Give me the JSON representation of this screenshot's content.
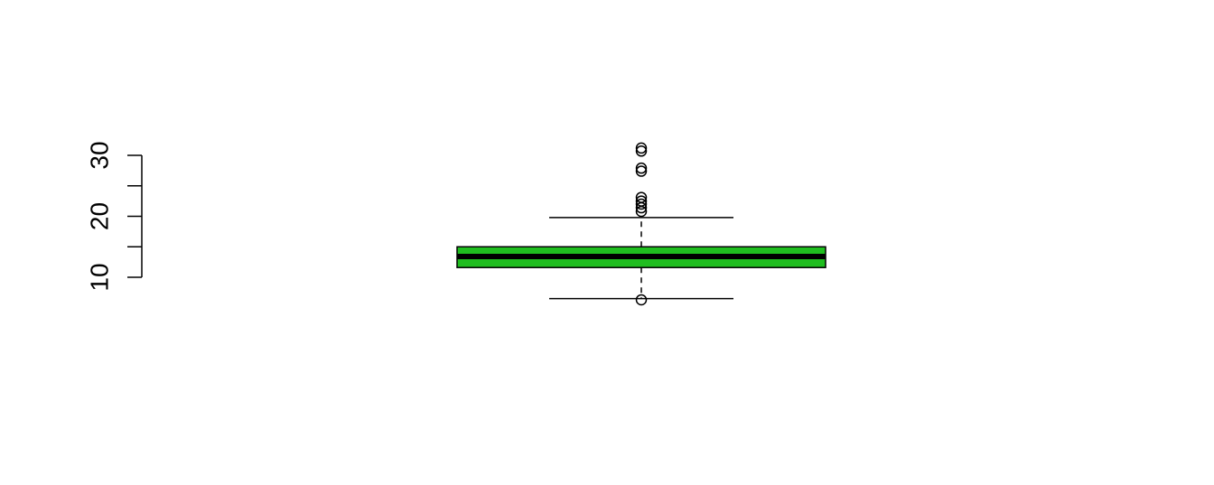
{
  "chart_data": {
    "type": "boxplot",
    "title": "",
    "xlabel": "",
    "ylabel": "",
    "y_ticks": [
      10,
      15,
      20,
      25,
      30
    ],
    "y_tick_labels": [
      "10",
      "20",
      "30"
    ],
    "ylim": [
      10,
      30
    ],
    "box": {
      "fill_color": "#1fbe1f",
      "whisker_low": 6.5,
      "q1": 11.6,
      "median": 13.4,
      "q3": 15.0,
      "whisker_high": 19.8,
      "outliers": [
        6.3,
        20.8,
        21.4,
        22.0,
        22.5,
        23.1,
        27.4,
        27.9,
        30.7,
        31.2
      ]
    }
  }
}
